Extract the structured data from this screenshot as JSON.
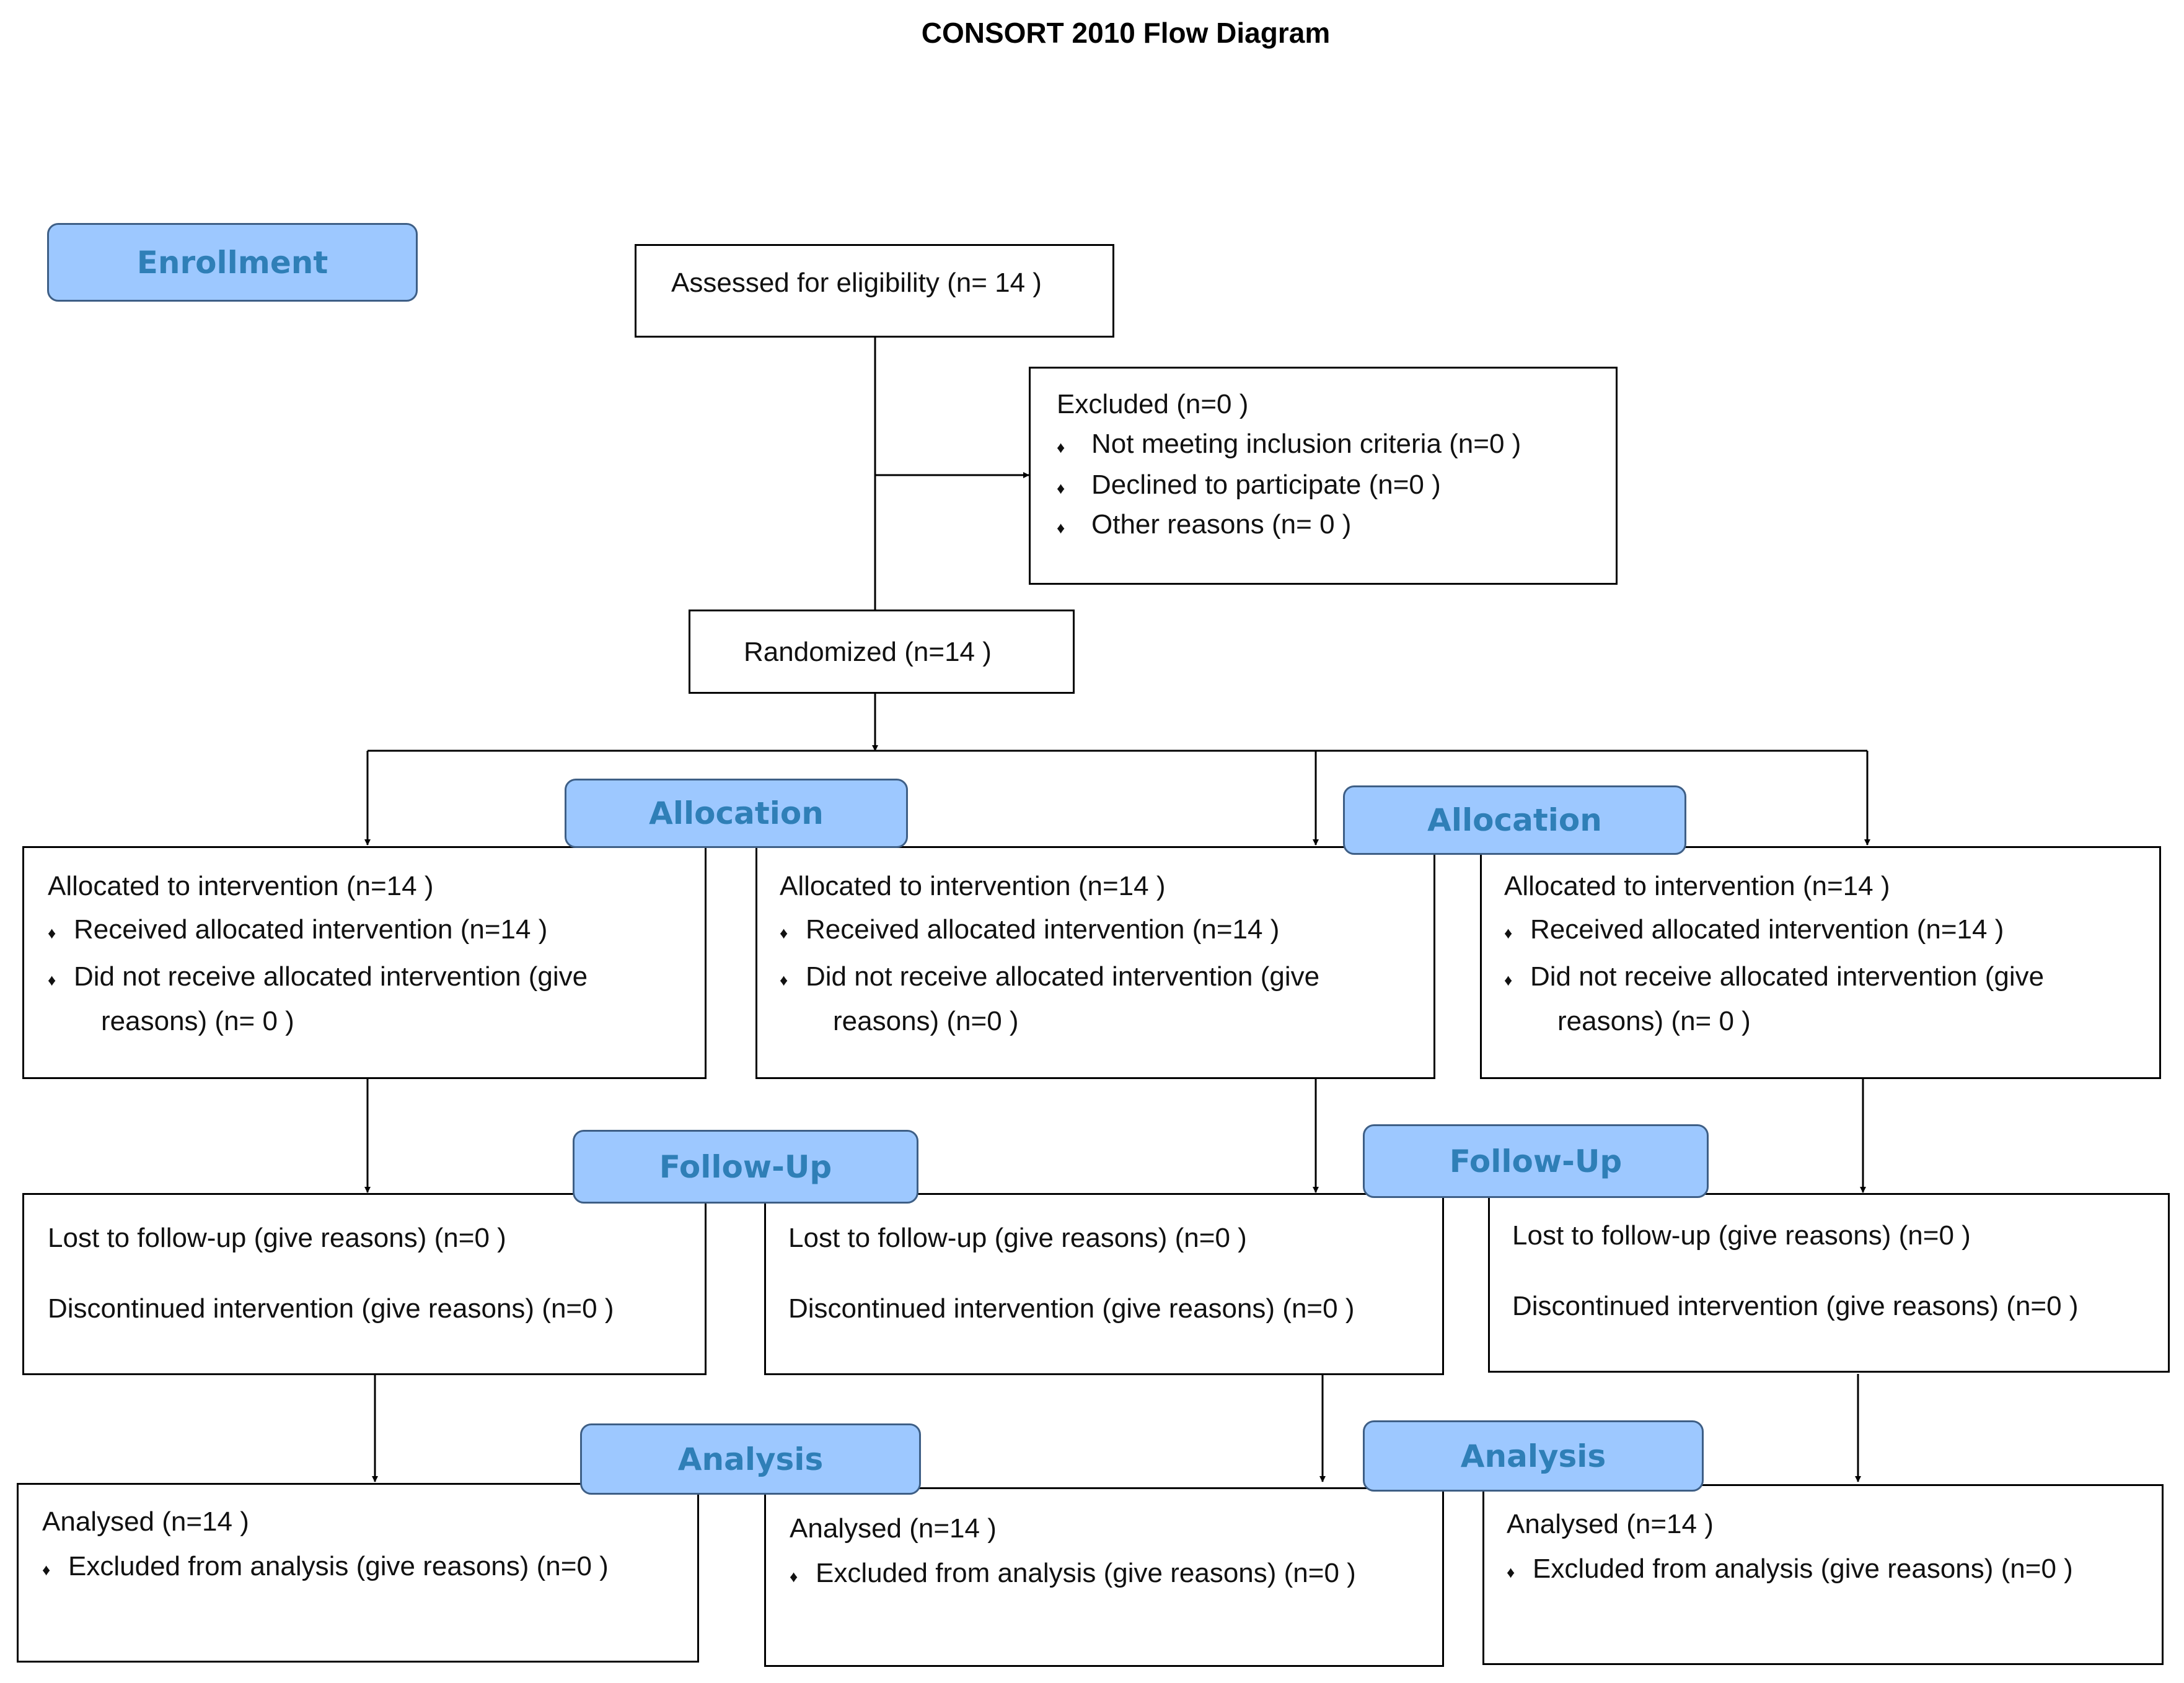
{
  "title": "CONSORT 2010 Flow Diagram",
  "stages": {
    "enrollment": "Enrollment",
    "allocation": "Allocation",
    "follow_up": "Follow-Up",
    "analysis": "Analysis"
  },
  "enrollment": {
    "assessed": "Assessed for eligibility (n= 14 )",
    "excluded": {
      "heading": "Excluded  (n=0 )",
      "reasons": [
        "Not meeting inclusion criteria (n=0 )",
        "Declined to participate (n=0 )",
        "Other reasons (n= 0 )"
      ]
    },
    "randomized": "Randomized (n=14  )"
  },
  "arms": [
    {
      "allocation": {
        "heading": "Allocated to intervention (n=14  )",
        "received": "Received allocated intervention (n=14 )",
        "not_received": "Did not receive allocated intervention (give",
        "not_received_cont": "reasons) (n= 0 )"
      },
      "follow_up": {
        "lost": "Lost to follow-up (give reasons) (n=0  )",
        "discontinued": "Discontinued intervention (give reasons) (n=0 )"
      },
      "analysis": {
        "analysed": "Analysed  (n=14  )",
        "excluded": "Excluded from analysis (give reasons) (n=0 )"
      }
    },
    {
      "allocation": {
        "heading": "Allocated to intervention (n=14 )",
        "received": "Received allocated intervention (n=14 )",
        "not_received": "Did not receive allocated intervention (give",
        "not_received_cont": "reasons) (n=0 )"
      },
      "follow_up": {
        "lost": "Lost to follow-up (give reasons) (n=0  )",
        "discontinued": "Discontinued intervention (give reasons) (n=0 )"
      },
      "analysis": {
        "analysed": "Analysed  (n=14  )",
        "excluded": "Excluded from analysis (give reasons) (n=0 )"
      }
    },
    {
      "allocation": {
        "heading": "Allocated to intervention (n=14 )",
        "received": "Received allocated intervention (n=14 )",
        "not_received": "Did not receive allocated intervention (give",
        "not_received_cont": "reasons) (n= 0 )"
      },
      "follow_up": {
        "lost": "Lost to follow-up (give reasons) (n=0  )",
        "discontinued": "Discontinued intervention (give reasons) (n=0 )"
      },
      "analysis": {
        "analysed": "Analysed  (n=14 )",
        "excluded": "Excluded from analysis (give reasons) (n=0 )"
      }
    }
  ]
}
